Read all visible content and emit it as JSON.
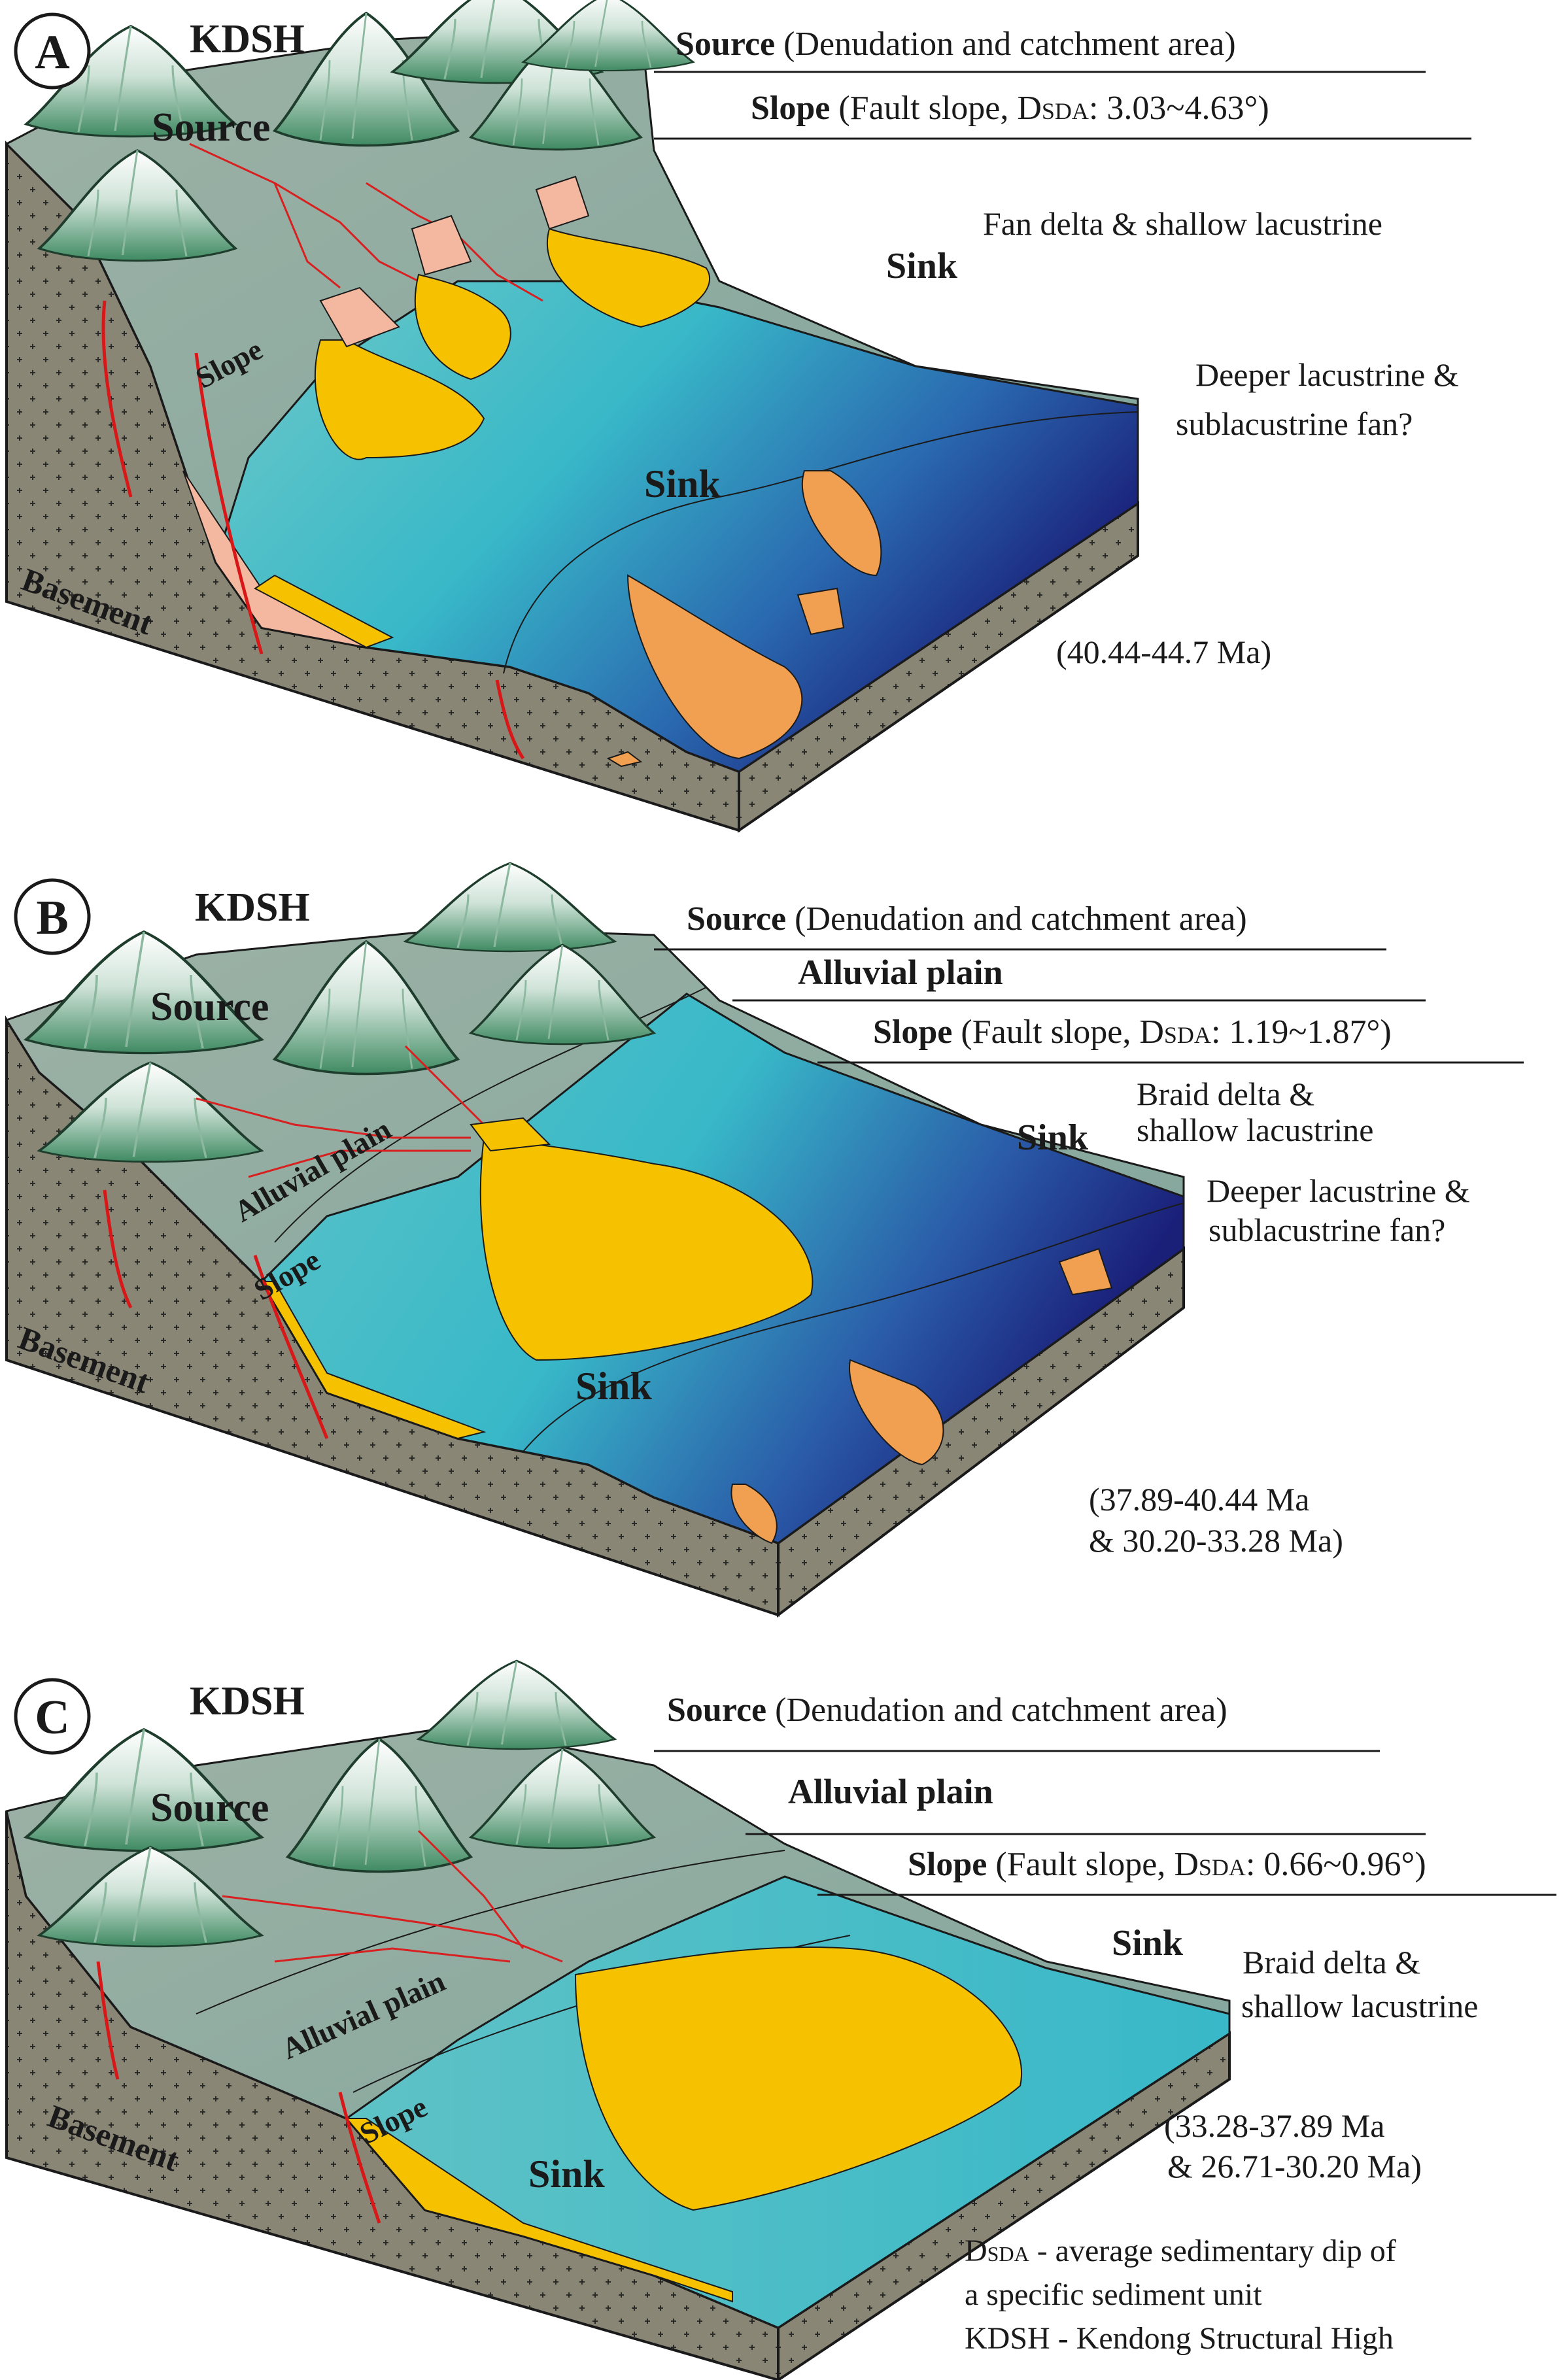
{
  "panels": {
    "a": {
      "letter": "A",
      "kdsh": "KDSH",
      "source_label": "Source",
      "source_title": "Source",
      "source_desc": "(Denudation and catchment area)",
      "slope_title": "Slope",
      "slope_desc": "(Fault slope, D",
      "slope_sub": "SDA",
      "slope_val": ": 3.03~4.63°)",
      "env1": "Fan delta & shallow lacustrine",
      "sink_upper": "Sink",
      "env2_l1": "Deeper lacustrine &",
      "env2_l2": "sublacustrine fan?",
      "slope_label": "Slope",
      "sink_lower": "Sink",
      "basement": "Basement",
      "age_l1": "(40.44-44.7 Ma)"
    },
    "b": {
      "letter": "B",
      "kdsh": "KDSH",
      "source_label": "Source",
      "source_title": "Source",
      "source_desc": "(Denudation and catchment area)",
      "alluvial_title": "Alluvial plain",
      "slope_title": "Slope",
      "slope_desc": "(Fault slope, D",
      "slope_sub": "SDA",
      "slope_val": ": 1.19~1.87°)",
      "env1_l1": "Braid delta &",
      "env1_l2": "shallow lacustrine",
      "sink_upper": "Sink",
      "env2_l1": "Deeper lacustrine &",
      "env2_l2": "sublacustrine fan?",
      "alluvial_label": "Alluvial plain",
      "slope_label": "Slope",
      "sink_lower": "Sink",
      "basement": "Basement",
      "age_l1": "(37.89-40.44 Ma",
      "age_l2": "& 30.20-33.28 Ma)"
    },
    "c": {
      "letter": "C",
      "kdsh": "KDSH",
      "source_label": "Source",
      "source_title": "Source",
      "source_desc": "(Denudation and catchment area)",
      "alluvial_title": "Alluvial plain",
      "slope_title": "Slope",
      "slope_desc": "(Fault slope, D",
      "slope_sub": "SDA",
      "slope_val": ": 0.66~0.96°)",
      "sink_upper": "Sink",
      "env1_l1": "Braid delta &",
      "env1_l2": "shallow lacustrine",
      "alluvial_label": "Alluvial plain",
      "slope_label": "Slope",
      "sink_lower": "Sink",
      "basement": "Basement",
      "age_l1": "(33.28-37.89 Ma",
      "age_l2": "& 26.71-30.20 Ma)"
    }
  },
  "legend": {
    "d_main": "D",
    "d_sub": "SDA",
    "d_text": " - average sedimentary dip of",
    "d_text2": "a specific sediment unit",
    "kdsh_text": "KDSH - Kendong Structural High"
  },
  "colors": {
    "mountain": "#3f8a62",
    "slope_surface": "#8fa89a",
    "lake": "#38b8c8",
    "deep_lake": "#1f2a80",
    "fan_delta": "#f6c200",
    "sublacustrine_fan": "#f0a050",
    "fan_proximal": "#f4b8a0",
    "basement": "#8a8676",
    "river": "#d82020",
    "fault": "#d81818"
  }
}
